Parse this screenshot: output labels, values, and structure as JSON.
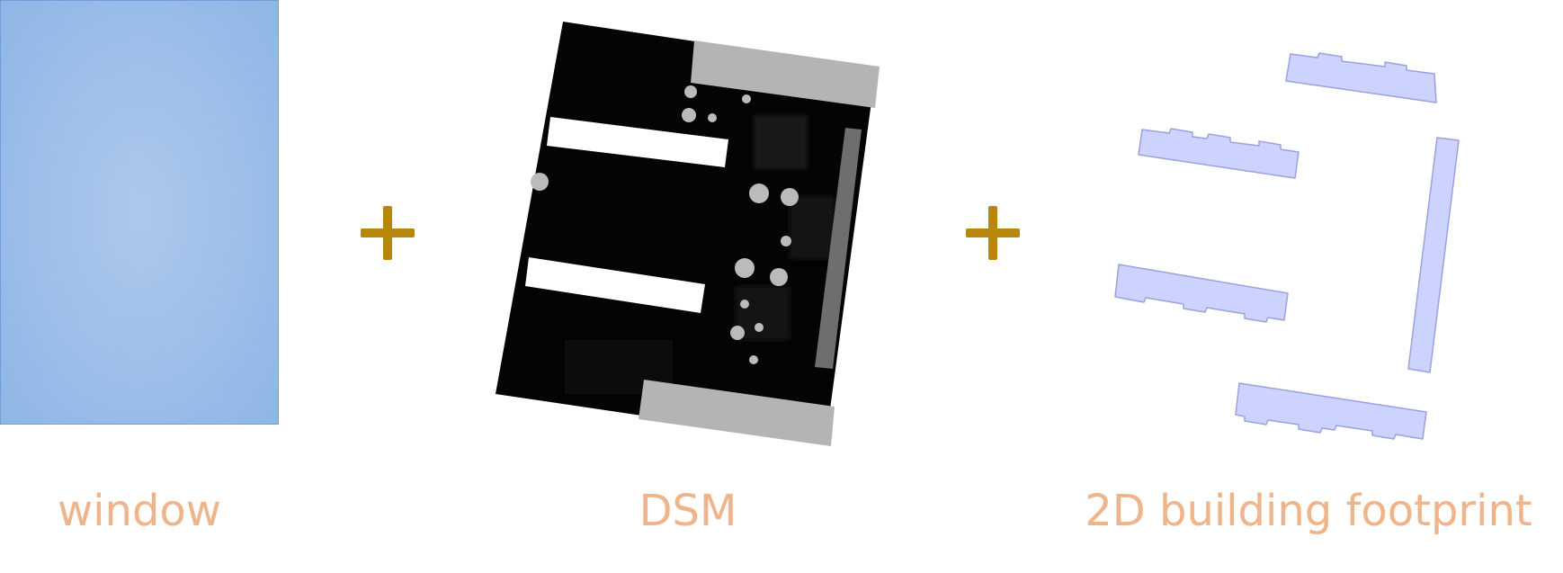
{
  "panels": {
    "window": {
      "label": "window",
      "fill_center": "#adc8eb",
      "fill_edge": "#8fb6e6"
    },
    "dsm": {
      "label": "DSM",
      "background": "#040404",
      "building_fill": "#ffffff",
      "roof_fill": "#b4b4b4"
    },
    "footprint": {
      "label": "2D building footprint",
      "fill": "#cdd3ff",
      "stroke": "#9aa1dd"
    }
  },
  "operators": {
    "plus_symbol": "+",
    "color": "#b8860b"
  },
  "caption_color": "#f0b48a"
}
